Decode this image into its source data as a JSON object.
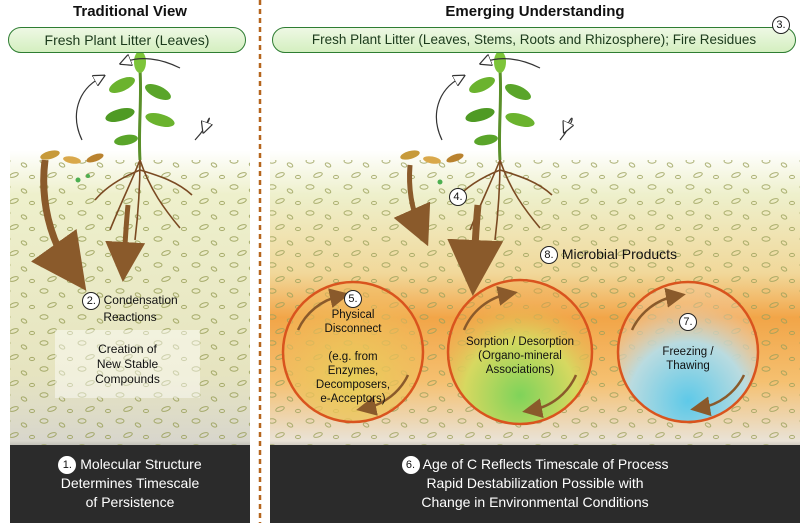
{
  "left_panel": {
    "title": "Traditional View",
    "litter_label": "Fresh Plant Litter (Leaves)",
    "condensation": {
      "number": "2.",
      "line1": "Condensation",
      "line2": "Reactions"
    },
    "stable": {
      "line1": "Creation of",
      "line2": "New Stable",
      "line3": "Compounds"
    },
    "footer": {
      "number": "1.",
      "line1": "Molecular Structure",
      "line2": "Determines Timescale",
      "line3": "of Persistence"
    }
  },
  "right_panel": {
    "title": "Emerging Understanding",
    "litter_label": "Fresh Plant Litter (Leaves, Stems, Roots and Rhizosphere); Fire Residues",
    "litter_number": "3.",
    "root_number": "4.",
    "microbial": {
      "number": "8.",
      "label": "Microbial Products"
    },
    "physical": {
      "number": "5.",
      "line1": "Physical",
      "line2": "Disconnect",
      "line3": "(e.g. from",
      "line4": "Enzymes,",
      "line5": "Decomposers,",
      "line6": "e-Acceptors)"
    },
    "sorption": {
      "line1": "Sorption / Desorption",
      "line2": "(Organo-mineral",
      "line3": "Associations)"
    },
    "freezing": {
      "number": "7.",
      "line1": "Freezing /",
      "line2": "Thawing"
    },
    "footer": {
      "number": "6.",
      "line1": "Age of C Reflects Timescale of Process",
      "line2": "Rapid Destabilization Possible with",
      "line3": "Change in Environmental Conditions"
    }
  },
  "colors": {
    "soil_top": "#eef0c8",
    "soil_orange": "#f0a040",
    "circle_stroke": "#d9541e",
    "arrow_brown": "#8a5a2b",
    "pill_border": "#2e7d32",
    "footer_dark": "#2b2b2b"
  },
  "icons": [
    "plant-icon",
    "cycle-arrow-icon",
    "leaf-icon",
    "root-icon",
    "soil-pebble-icon"
  ]
}
